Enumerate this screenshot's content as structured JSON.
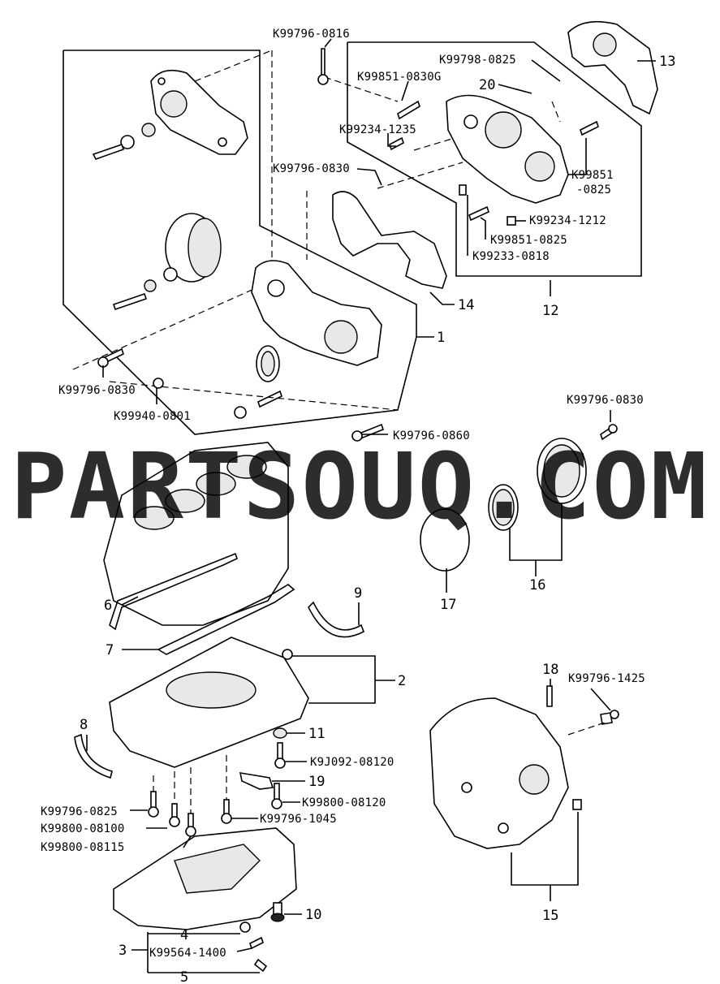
{
  "watermark": "PARTSOUQ.COM",
  "labels": {
    "k99796_0816": "K99796-0816",
    "k99851_0830g": "K99851-0830G",
    "k99798_0825": "K99798-0825",
    "k99234_1235": "K99234-1235",
    "k99796_0830_a": "K99796-0830",
    "k99851": "K99851",
    "k99851_0825_b": "-0825",
    "k99234_1212": "K99234-1212",
    "k99851_0825": "K99851-0825",
    "k99233_0818": "K99233-0818",
    "k99796_0830_b": "K99796-0830",
    "k99940_0801": "K99940-0801",
    "k99796_0860": "K99796-0860",
    "k99796_0830_c": "K99796-0830",
    "k9j092_08120": "K9J092-08120",
    "k99800_08120": "K99800-08120",
    "k99796_0825": "K99796-0825",
    "k99800_08100": "K99800-08100",
    "k99800_08115": "K99800-08115",
    "k99796_1045": "K99796-1045",
    "k99796_1425": "K99796-1425",
    "k99564_1400": "K99564-1400"
  },
  "callouts": {
    "n1": "1",
    "n2": "2",
    "n3": "3",
    "n4": "4",
    "n5": "5",
    "n6": "6",
    "n7": "7",
    "n8": "8",
    "n9": "9",
    "n10": "10",
    "n11": "11",
    "n12": "12",
    "n13": "13",
    "n14": "14",
    "n15": "15",
    "n16": "16",
    "n17": "17",
    "n18": "18",
    "n19": "19",
    "n20": "20"
  }
}
